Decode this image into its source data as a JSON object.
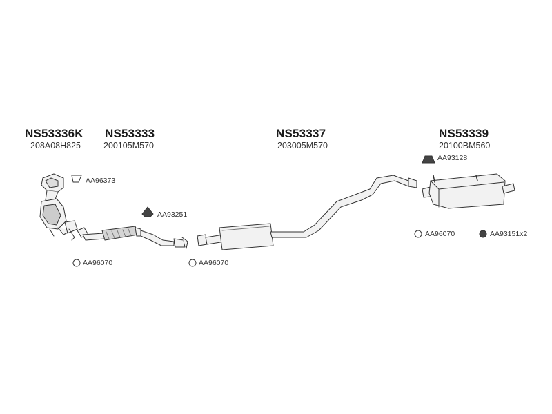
{
  "parts": [
    {
      "number": "NS53336K",
      "code": "208A08H825"
    },
    {
      "number": "NS53333",
      "code": "200105M570"
    },
    {
      "number": "NS53337",
      "code": "203005M570"
    },
    {
      "number": "NS53339",
      "code": "20100BM560"
    }
  ],
  "accessories": {
    "clamp_1": "AA96373",
    "mount_1": "AA93251",
    "ring_1": "AA96070",
    "ring_2": "AA96070",
    "mount_2": "AA93128",
    "ring_3": "AA96070",
    "hanger_1": "AA93151x2"
  },
  "colors": {
    "line": "#333333",
    "fill": "#f2f2f2",
    "shade": "#9a9a9a"
  }
}
